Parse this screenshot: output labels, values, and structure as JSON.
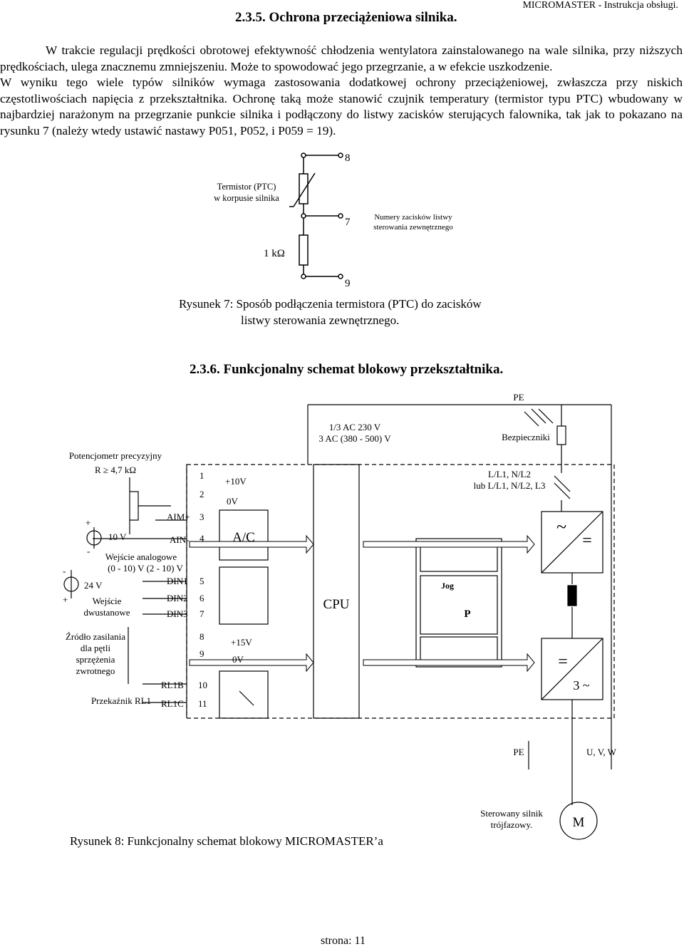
{
  "header": {
    "section_title": "2.3.5. Ochrona przeciążeniowa silnika.",
    "doc_title": "MICROMASTER - Instrukcja obsługi."
  },
  "intro": {
    "p1": "W trakcie regulacji prędkości obrotowej efektywność chłodzenia wentylatora zainstalowanego na wale silnika, przy niższych prędkościach, ulega znacznemu zmniejszeniu. Może to spowodować jego przegrzanie, a w efekcie uszkodzenie.",
    "p2": "W wyniku tego wiele typów silników wymaga zastosowania dodatkowej ochrony przeciążeniowej, zwłaszcza przy niskich częstotliwościach napięcia z przekształtnika. Ochronę taką może stanowić czujnik temperatury (termistor typu PTC) wbudowany w najbardziej narażonym na przegrzanie punkcie silnika i podłączony do listwy zacisków sterujących falownika, tak jak to pokazano na rysunku 7 (należy wtedy ustawić nastawy P051, P052, i P059 = 19)."
  },
  "fig7": {
    "terminal_8": "8",
    "terminal_7": "7",
    "terminal_9": "9",
    "thermistor_line1": "Termistor (PTC)",
    "thermistor_line2": "w korpusie silnika",
    "terminals_line1": "Numery zacisków listwy",
    "terminals_line2": "sterowania zewnętrznego",
    "resistor": "1 kΩ",
    "caption_line1": "Rysunek 7: Sposób podłączenia termistora (PTC) do zacisków",
    "caption_line2": "listwy sterowania zewnętrznego."
  },
  "section2": {
    "title": "2.3.6. Funkcjonalny schemat blokowy przekształtnika."
  },
  "fig8": {
    "pe_top": "PE",
    "supply_line1": "1/3 AC 230 V",
    "supply_line2": "3 AC (380 - 500) V",
    "fuses": "Bezpieczniki",
    "lines_1": "L/L1, N/L2",
    "lines_2": "lub L/L1, N/L2, L3",
    "pot_line1": "Potencjometr precyzyjny",
    "pot_line2": "R ≥ 4,7 kΩ",
    "t1": "1",
    "t2": "2",
    "t3": "3",
    "t4": "4",
    "t5": "5",
    "t6": "6",
    "t7": "7",
    "t8": "8",
    "t9": "9",
    "t10": "10",
    "t11": "11",
    "plus10v": "+10V",
    "zero_v_1": "0V",
    "aim_plus": "AIM+",
    "aim_minus": "AIN-",
    "ten_v": "10 V",
    "plus_sign": "+",
    "minus_sign": "-",
    "ai_line1": "Wejście analogowe",
    "ai_line2": "(0 - 10) V (2 - 10) V",
    "din1": "DIN1",
    "din2": "DIN2",
    "din3": "DIN3",
    "v24": "24 V",
    "di_line1": "Wejście",
    "di_line2": "dwustanowe",
    "src_line1": "Źródło zasilania",
    "src_line2": "dla pętli",
    "src_line3": "sprzężenia",
    "src_line4": "zwrotnego",
    "plus15v": "+15V",
    "zero_v_2": "0V",
    "relay": "Przekaźnik RL1",
    "rl1b": "RL1B",
    "rl1c": "RL1C",
    "ac": "A/C",
    "cpu": "CPU",
    "jog": "Jog",
    "p_key": "P",
    "ac_sym": "~",
    "dc_sym": "=",
    "three_ac": "3 ~",
    "pe_bottom": "PE",
    "uvw": "U, V, W",
    "motor_line1": "Sterowany silnik",
    "motor_line2": "trójfazowy.",
    "motor": "M",
    "caption": "Rysunek 8: Funkcjonalny schemat blokowy MICROMASTER’a"
  },
  "footer": {
    "page": "strona: 11"
  }
}
